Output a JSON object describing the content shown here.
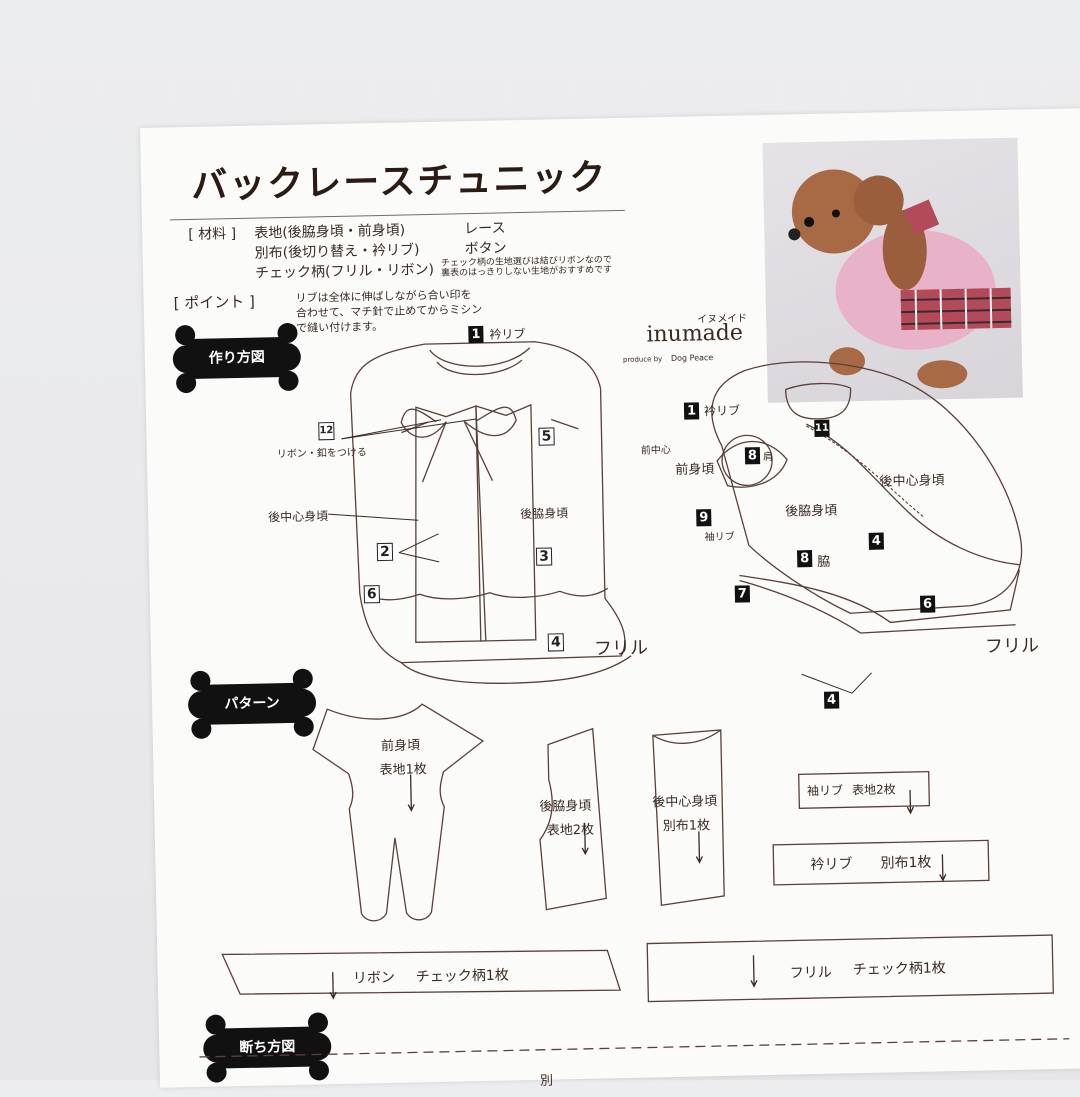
{
  "title": "バックレースチュニック",
  "materials": {
    "label": "[ 材料 ]",
    "rows": [
      {
        "left": "表地(後脇身頃・前身頃)",
        "right": "レース"
      },
      {
        "left": "別布(後切り替え・衿リブ)",
        "right": "ボタン"
      },
      {
        "left": "チェック柄(フリル・リボン)",
        "right": ""
      }
    ],
    "note1": "チェック柄の生地選びは結びリボンなので",
    "note2": "裏表のはっきりしない生地がおすすめです"
  },
  "point": {
    "label": "[ ポイント ]",
    "lines": [
      "リブは全体に伸ばしながら合い印を",
      "合わせて、マチ針で止めてからミシン",
      "で縫い付けます。"
    ]
  },
  "sections": {
    "construction": "作り方図",
    "pattern": "パターン",
    "cutting": "断ち方図"
  },
  "brand": {
    "kana": "イヌメイド",
    "name": "inumade",
    "produce": "produce by",
    "partner": "Dog Peace"
  },
  "front_diagram": {
    "n1": "1",
    "collar": "衿リブ",
    "n12": "12",
    "ribbon_note": "リボン・釦をつける",
    "n5": "5",
    "center_back": "後中心身頃",
    "side_back": "後脇身頃",
    "n2": "2",
    "n3": "3",
    "n6": "6",
    "n4": "4",
    "frill": "フリル"
  },
  "side_diagram": {
    "n1": "1",
    "collar": "衿リブ",
    "n11": "11",
    "front_center": "前中心",
    "front_body": "前身頃",
    "n8a": "8",
    "shoulder": "肩",
    "back_center": "後中心身頃",
    "n9": "9",
    "sleeve_rib": "袖リブ",
    "side_back": "後脇身頃",
    "n4a": "4",
    "n8b": "8",
    "side": "脇",
    "n7": "7",
    "n6": "6",
    "frill": "フリル",
    "n4b": "4"
  },
  "pattern_pieces": {
    "front": {
      "name": "前身頃",
      "qty": "表地1枚"
    },
    "side_back": {
      "name": "後脇身頃",
      "qty": "表地2枚"
    },
    "center_back": {
      "name": "後中心身頃",
      "qty": "別布1枚"
    },
    "sleeve_rib": {
      "name": "袖リブ",
      "qty": "表地2枚"
    },
    "collar_rib": {
      "name": "衿リブ",
      "qty": "別布1枚"
    },
    "ribbon": {
      "name": "リボン",
      "qty": "チェック柄1枚"
    },
    "frill": {
      "name": "フリル",
      "qty": "チェック柄1枚"
    }
  },
  "cutting_partial": "別"
}
